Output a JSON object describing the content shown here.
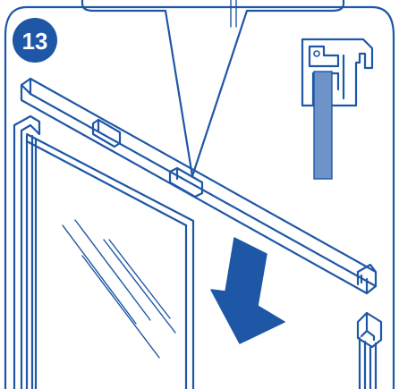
{
  "step": {
    "number": "13"
  },
  "colors": {
    "line": "#1e57a6",
    "badge": "#1e57a6",
    "arrow": "#1e57a6",
    "insert": "#6d93c9",
    "background": "#ffffff"
  },
  "icons": {
    "badge": "step-number-badge",
    "arrow": "down-arrow",
    "detail": "rail-profile-detail"
  }
}
